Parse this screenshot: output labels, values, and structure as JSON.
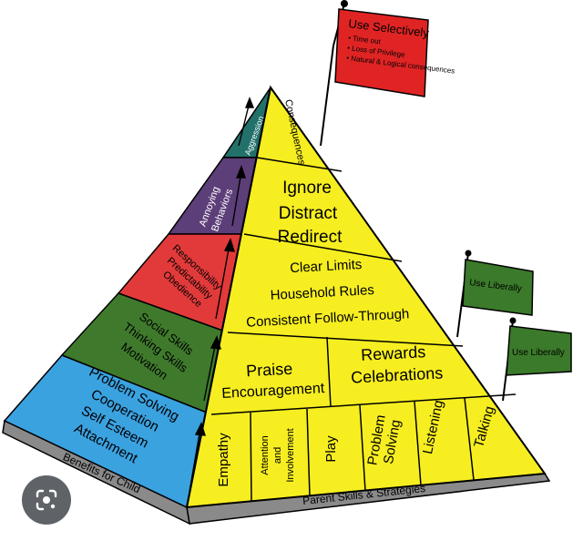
{
  "pyramid": {
    "apex_label": "Consequences",
    "tier_ignore": [
      "Ignore",
      "Distract",
      "Redirect"
    ],
    "tier_limits": [
      "Clear Limits",
      "Household Rules",
      "Consistent Follow-Through"
    ],
    "praise_block": [
      "Praise",
      "Encouragement"
    ],
    "rewards_block": [
      "Rewards",
      "Celebrations"
    ],
    "base_columns": [
      [
        "Empathy"
      ],
      [
        "Attention",
        "and",
        "Involvement"
      ],
      [
        "Play"
      ],
      [
        "Problem",
        "Solving"
      ],
      [
        "Listening"
      ],
      [
        "Talking"
      ]
    ],
    "base_caption": "Parent Skills & Strategies"
  },
  "left_face": {
    "bands": [
      {
        "lines": [
          "Aggression"
        ],
        "color": "#23716b"
      },
      {
        "lines": [
          "Annoying",
          "Behaviors"
        ],
        "color": "#5c3e78"
      },
      {
        "lines": [
          "Responsibility",
          "Predictability",
          "Obedience"
        ],
        "color": "#e23a3a"
      },
      {
        "lines": [
          "Social Skills",
          "Thinking Skills",
          "Motivation"
        ],
        "color": "#3f7a2c"
      },
      {
        "lines": [
          "Problem Solving",
          "Cooperation",
          "Self Esteem",
          "Attachment"
        ],
        "color": "#3ba2e0"
      }
    ],
    "base_caption": "Benefits for Child"
  },
  "flags": {
    "red": {
      "title": "Use Selectively",
      "items": [
        "Time out",
        "Loss of Privilege",
        "Natural & Logical consequences"
      ]
    },
    "green_top": {
      "label": "Use Liberally"
    },
    "green_bottom": {
      "label": "Use Liberally"
    }
  },
  "colors": {
    "yellow": "#f7ee21",
    "gray": "#8a8a8a",
    "green_flag": "#3b7a2a",
    "red_flag": "#e02424"
  },
  "visual_search_icon": "lens-search-icon"
}
